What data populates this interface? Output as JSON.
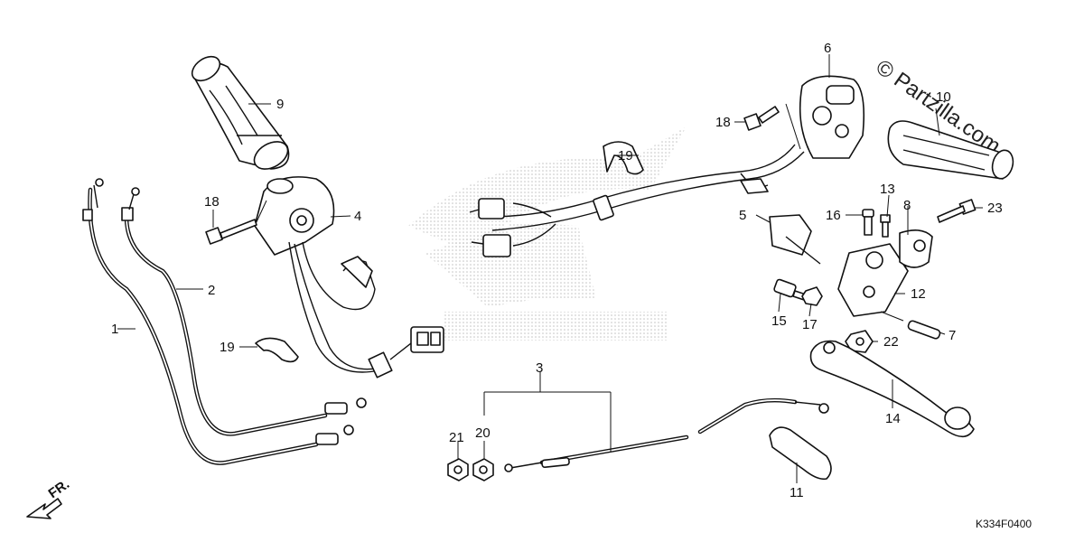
{
  "watermark": "© Partzilla.com",
  "diagram_code": "K334F0400",
  "front_marker": "FR.",
  "callouts": {
    "c1": "1",
    "c2": "2",
    "c3": "3",
    "c4": "4",
    "c5": "5",
    "c6": "6",
    "c7": "7",
    "c8": "8",
    "c9": "9",
    "c10": "10",
    "c11": "11",
    "c12": "12",
    "c13": "13",
    "c14": "14",
    "c15": "15",
    "c16": "16",
    "c17": "17",
    "c18a": "18",
    "c18b": "18",
    "c19a": "19",
    "c19b": "19",
    "c20": "20",
    "c21": "21",
    "c22": "22",
    "c23": "23"
  }
}
